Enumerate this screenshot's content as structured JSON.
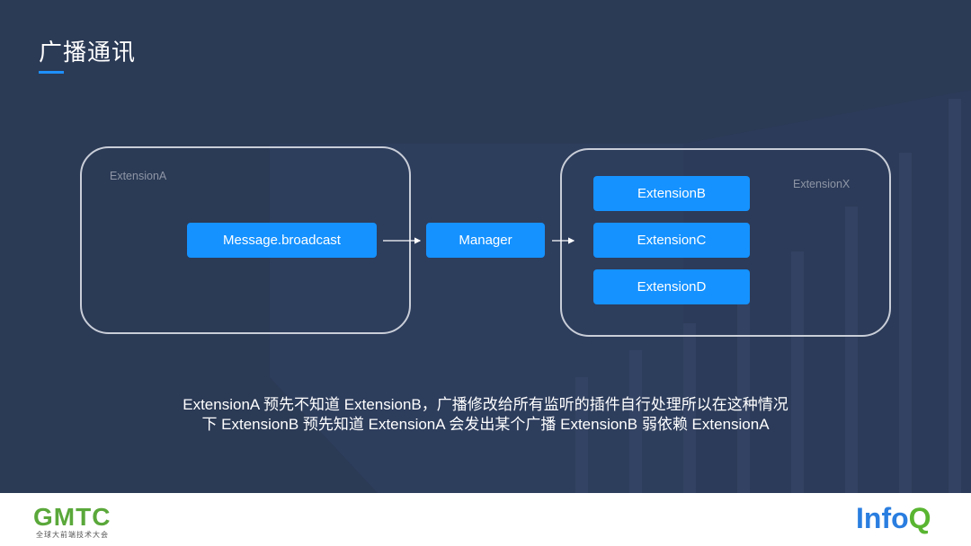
{
  "slide": {
    "title": "广播通讯",
    "accent_color": "#1592ff",
    "background_color": "#2b3a55"
  },
  "diagram": {
    "group_a_label": "ExtensionA",
    "group_x_label": "ExtensionX",
    "nodes": {
      "broadcast": "Message.broadcast",
      "manager": "Manager",
      "ext_b": "ExtensionB",
      "ext_c": "ExtensionC",
      "ext_d": "ExtensionD"
    }
  },
  "caption": {
    "line1": "ExtensionA 预先不知道 ExtensionB，广播修改给所有监听的插件自行处理所以在这种情况",
    "line2": "下 ExtensionB 预先知道 ExtensionA 会发出某个广播 ExtensionB 弱依赖 ExtensionA"
  },
  "footer": {
    "gmtc_logo": "GMTC",
    "gmtc_subtitle": "全球大前端技术大会",
    "infoq_logo_info": "Info",
    "infoq_logo_q": "Q"
  }
}
